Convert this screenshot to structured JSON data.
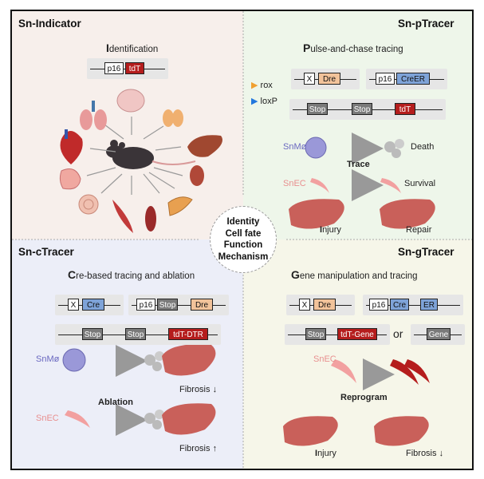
{
  "quadrants": {
    "indicator": {
      "title": "Sn-Indicator",
      "subtitle_initial": "I",
      "subtitle_rest": "dentification"
    },
    "ptracer": {
      "title": "Sn-pTracer",
      "subtitle_initial": "P",
      "subtitle_rest": "ulse-and-chase tracing"
    },
    "ctracer": {
      "title": "Sn-cTracer",
      "subtitle_initial": "C",
      "subtitle_rest": "re-based tracing and ablation"
    },
    "gtracer": {
      "title": "Sn-gTracer",
      "subtitle_initial": "G",
      "subtitle_rest": "ene manipulation and tracing"
    }
  },
  "center": {
    "line1": "Identity",
    "line2": "Cell fate",
    "line3": "Function",
    "line4": "Mechanism"
  },
  "genes": {
    "p16": "p16",
    "tdT": "tdT",
    "X": "X",
    "Dre": "Dre",
    "CreER": "CreER",
    "Cre": "Cre",
    "ER": "ER",
    "Stop": "Stop",
    "tdT_DTR": "tdT-DTR",
    "tdT_Gene": "tdT-Gene",
    "Gene": "Gene",
    "or": "or"
  },
  "legend": {
    "rox": "rox",
    "loxP": "loxP"
  },
  "labels": {
    "snmo": "SnMø",
    "snec": "SnEC",
    "death": "Death",
    "trace": "Trace",
    "survival": "Survival",
    "injury_initial": "I",
    "injury_rest": "njury",
    "repair": "Repair",
    "ablation": "Ablation",
    "fibrosis": "Fibrosis",
    "reprogram": "Reprogram"
  },
  "colors": {
    "red": "#b51d1d",
    "liver": "#c9605a",
    "rox": "#f0a030",
    "loxp": "#2277dd",
    "snmo": "#7a78c4",
    "snec": "#e88f8f"
  }
}
